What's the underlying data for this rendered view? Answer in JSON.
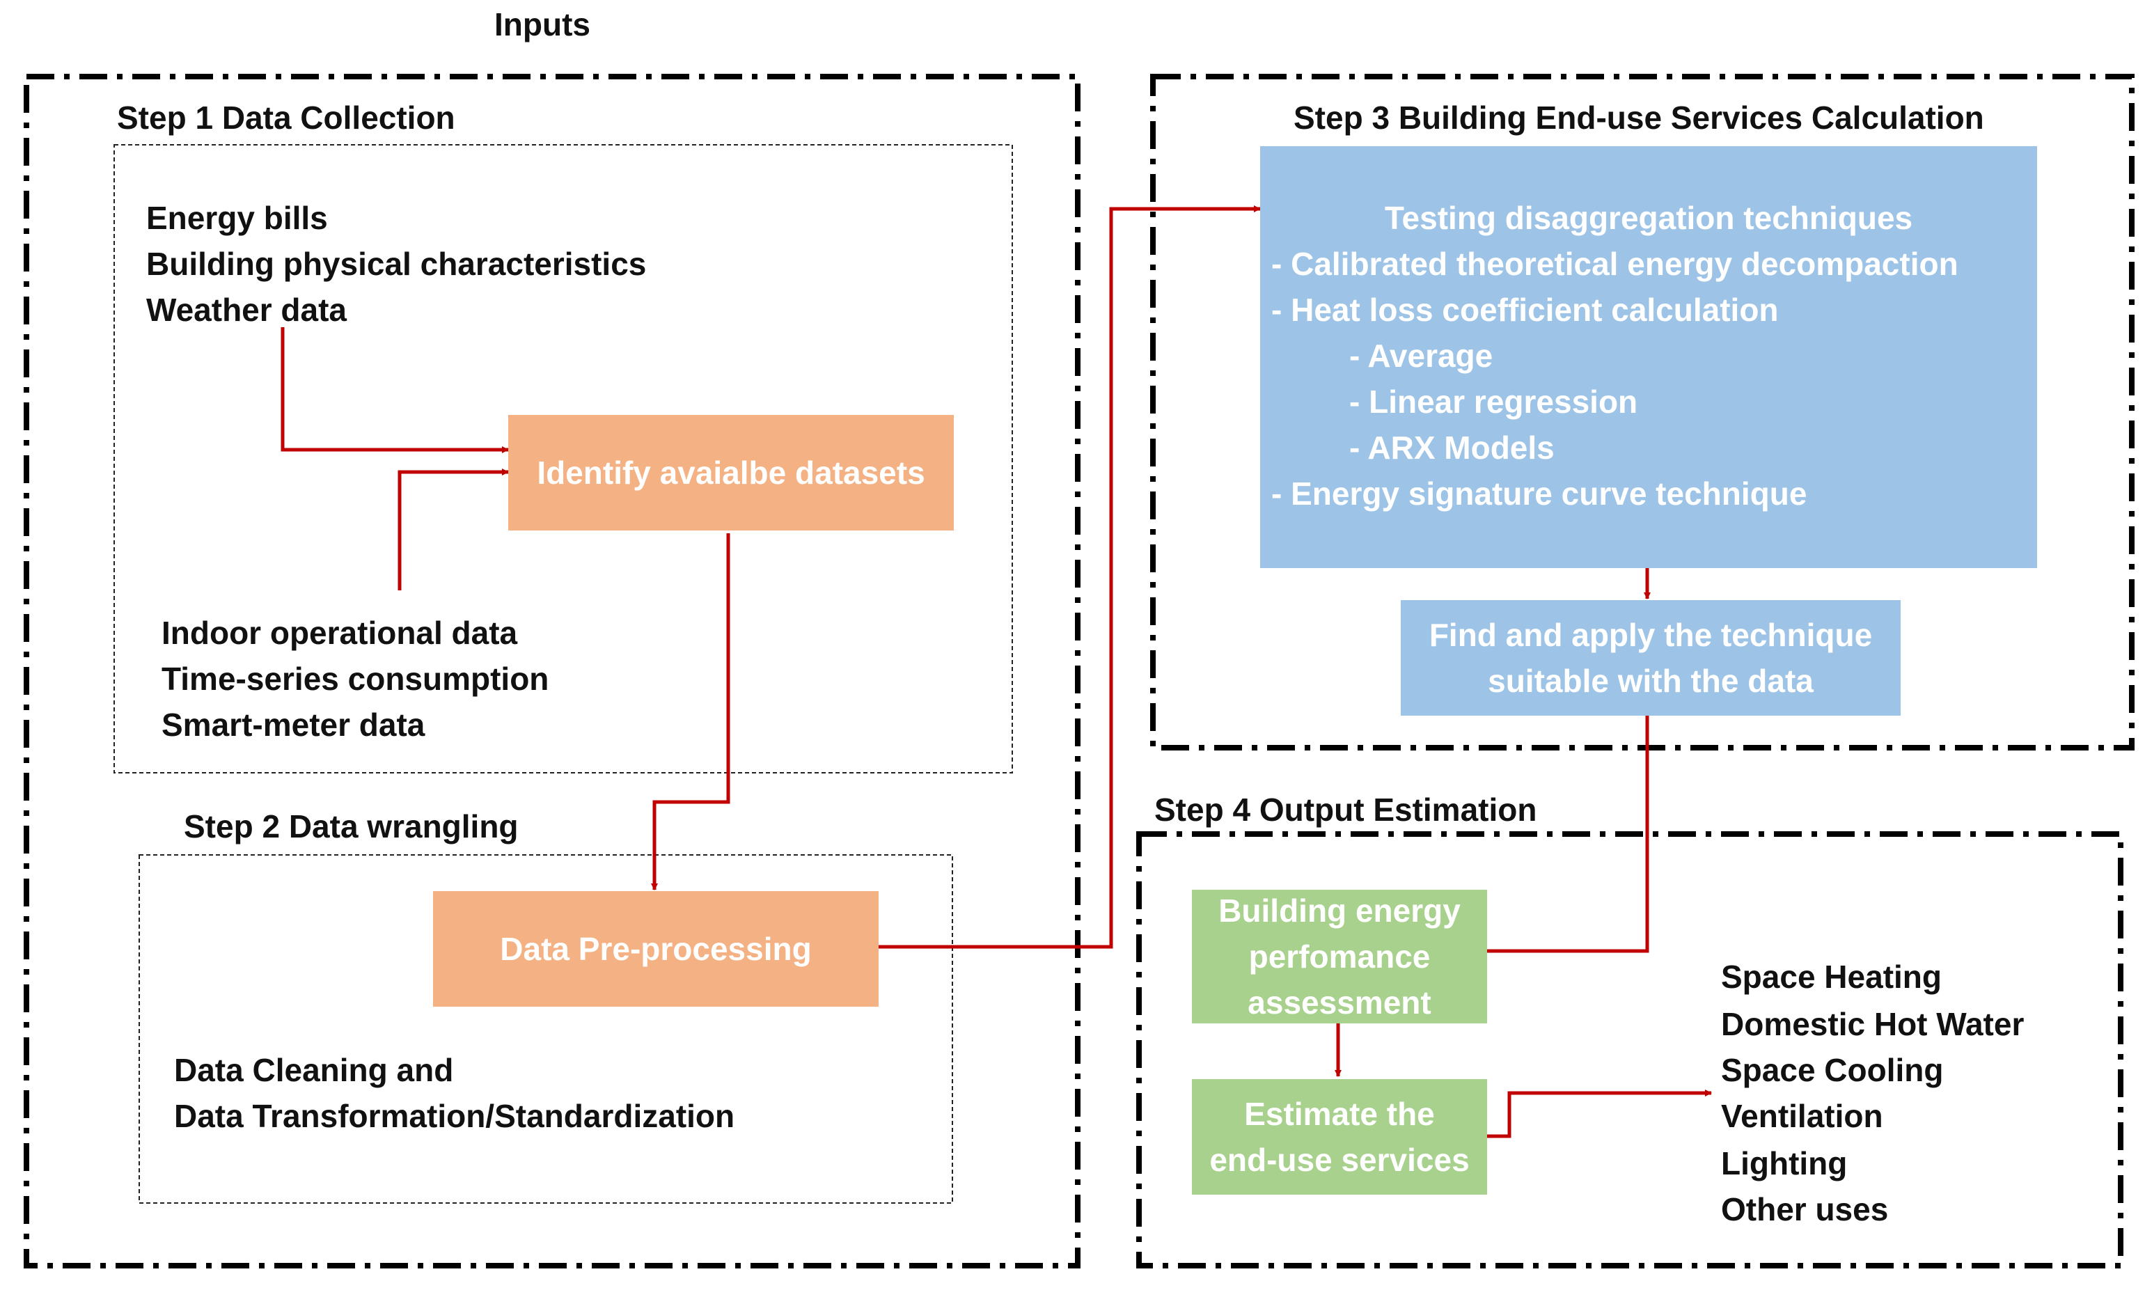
{
  "header": {
    "inputs_label": "Inputs"
  },
  "colors": {
    "arrow": "#c00000",
    "orange": "#f4b183",
    "blue": "#9dc3e6",
    "green": "#a9d18e"
  },
  "step1": {
    "title": "Step 1 Data Collection",
    "inputs_top": [
      "Energy bills",
      "Building physical characteristics",
      "Weather data"
    ],
    "inputs_bottom": [
      "Indoor operational data",
      "Time-series consumption",
      "Smart-meter data"
    ],
    "box_label": "Identify avaialbe datasets"
  },
  "step2": {
    "title": "Step 2 Data wrangling",
    "box_label": "Data Pre-processing",
    "description": [
      "Data Cleaning and",
      "Data Transformation/Standardization"
    ]
  },
  "step3": {
    "title": "Step 3 Building End-use Services Calculation",
    "techniques_box": {
      "heading": "Testing disaggregation techniques",
      "items": [
        "- Calibrated theoretical energy decompaction",
        "- Heat loss coefficient calculation",
        "- Average",
        "- Linear regression",
        "- ARX Models",
        "- Energy signature curve technique"
      ]
    },
    "apply_box": [
      "Find and apply the technique",
      "suitable with the data"
    ]
  },
  "step4": {
    "title": "Step 4 Output Estimation",
    "assessment_box": [
      "Building energy",
      "perfomance",
      "assessment"
    ],
    "estimate_box": [
      "Estimate the",
      "end-use services"
    ],
    "outputs": [
      "Space Heating",
      "Domestic Hot Water",
      "Space Cooling",
      "Ventilation",
      "Lighting",
      "Other uses"
    ]
  }
}
